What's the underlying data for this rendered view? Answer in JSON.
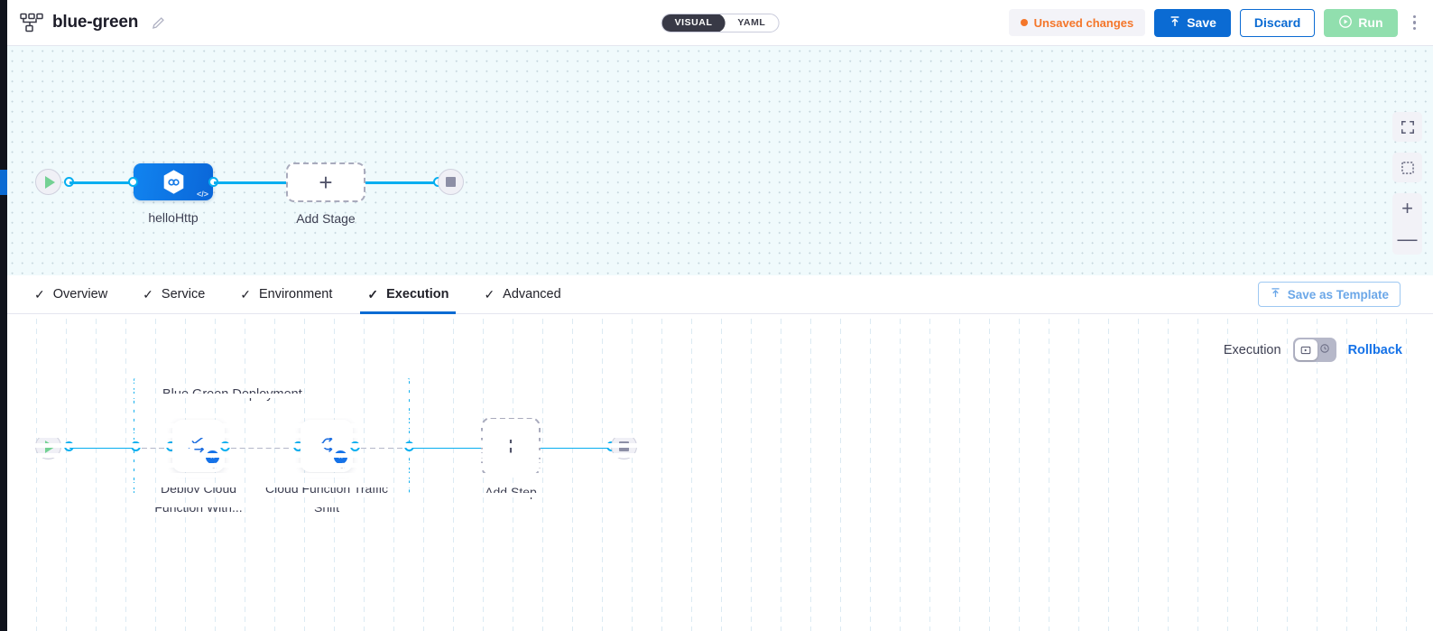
{
  "header": {
    "pipeline_icon": "pipeline-icon",
    "title": "blue-green",
    "edit_icon": "pencil-icon",
    "view_toggle": {
      "options": [
        "VISUAL",
        "YAML"
      ],
      "selected": "VISUAL"
    },
    "unsaved_label": "Unsaved changes",
    "save_label": "Save",
    "discard_label": "Discard",
    "run_label": "Run",
    "more_icon": "kebab-menu-icon",
    "colors": {
      "accent": "#0b6bd3",
      "warning": "#f4762a",
      "run": "#91dfae"
    }
  },
  "stage_canvas": {
    "start_icon": "play-icon",
    "end_icon": "stop-icon",
    "nodes": [
      {
        "label": "helloHttp",
        "icon": "link-hexagon-icon",
        "badge": "</>"
      },
      {
        "label": "Add Stage",
        "icon": "plus-icon"
      }
    ],
    "controls": {
      "fullscreen": "fullscreen-icon",
      "fit": "fit-to-screen-icon",
      "zoom_in": "+",
      "zoom_out": "—"
    }
  },
  "tabs": {
    "items": [
      {
        "label": "Overview",
        "check": "✓",
        "active": false
      },
      {
        "label": "Service",
        "check": "✓",
        "active": false
      },
      {
        "label": "Environment",
        "check": "✓",
        "active": false
      },
      {
        "label": "Execution",
        "check": "✓",
        "active": true
      },
      {
        "label": "Advanced",
        "check": "✓",
        "active": false
      }
    ],
    "save_as_template_label": "Save as Template",
    "save_as_template_icon": "upload-icon"
  },
  "execution": {
    "exec_label": "Execution",
    "rollback_label": "Rollback",
    "toggle_on_icon": "execution-icon",
    "toggle_off_icon": "rollback-icon",
    "toggle_state": "execution"
  },
  "step_canvas": {
    "start_icon": "play-icon",
    "end_icon": "stop-icon",
    "group": {
      "title": "Blue Green Deployment",
      "steps": [
        {
          "label": "Deploy Cloud Function With...",
          "icon": "deploy-function-icon",
          "badge": "••",
          "code_badge": "</>"
        },
        {
          "label": "Cloud Function Traffic Shift",
          "icon": "traffic-shift-icon",
          "badge": "••",
          "code_badge": "</>"
        }
      ]
    },
    "add_step": {
      "label": "Add Step",
      "icon": "plus-icon"
    }
  }
}
